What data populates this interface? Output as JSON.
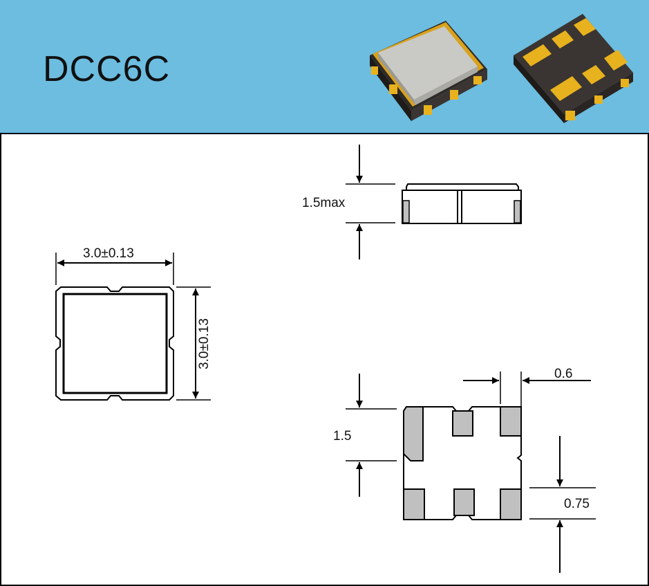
{
  "header": {
    "title": "DCC6C",
    "background": "#6cbde0"
  },
  "photos": {
    "top_view": "smd-crystal-lid-photo",
    "bottom_view": "smd-crystal-pads-photo",
    "lid_color": "#c9c9c6",
    "pad_color": "#e8b21e",
    "body_color": "#3a3532"
  },
  "top_view": {
    "width_label": "3.0±0.13",
    "height_label": "3.0±0.13"
  },
  "side_view": {
    "height_label": "1.5max"
  },
  "bottom_view": {
    "pad_width_label": "0.6",
    "pitch_label": "1.5",
    "pad_height_label": "0.75",
    "pad_fill": "#c0c0c0"
  }
}
